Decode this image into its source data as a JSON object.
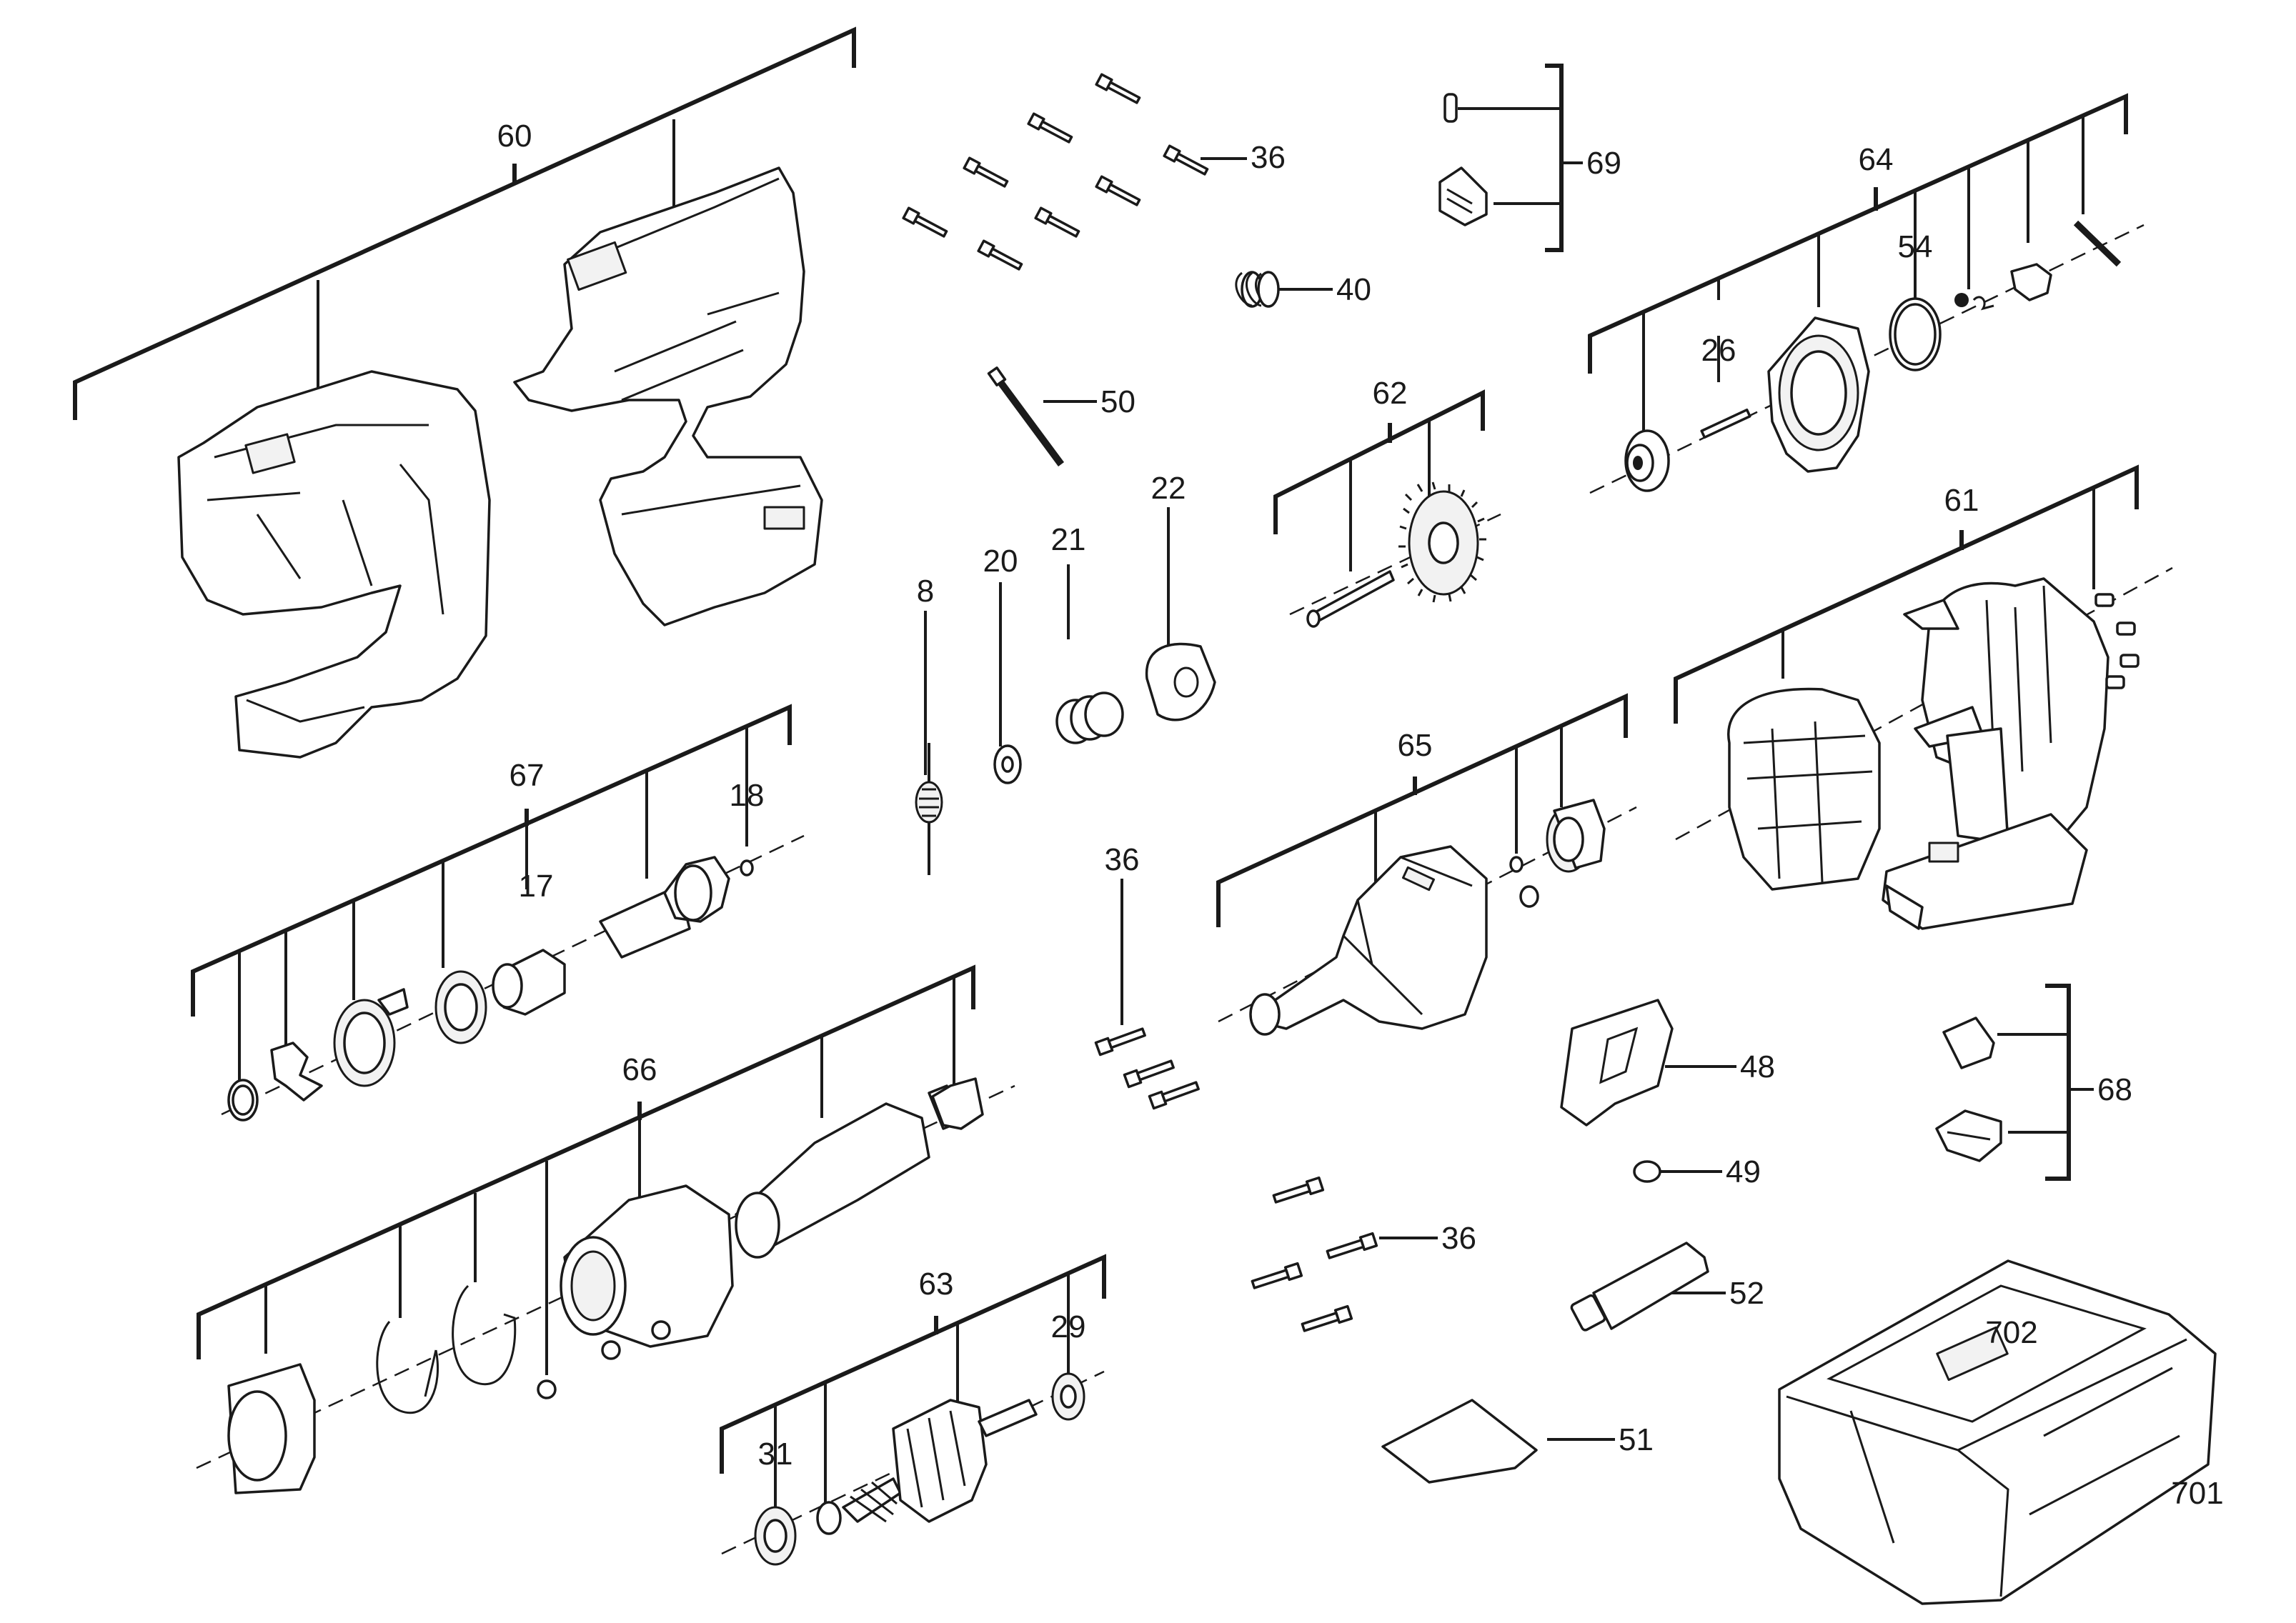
{
  "diagram": {
    "callouts": [
      {
        "id": "c60",
        "text": "60"
      },
      {
        "id": "c36a",
        "text": "36"
      },
      {
        "id": "c69",
        "text": "69"
      },
      {
        "id": "c64",
        "text": "64"
      },
      {
        "id": "c40",
        "text": "40"
      },
      {
        "id": "c54",
        "text": "54"
      },
      {
        "id": "c26",
        "text": "26"
      },
      {
        "id": "c50",
        "text": "50"
      },
      {
        "id": "c62",
        "text": "62"
      },
      {
        "id": "c22",
        "text": "22"
      },
      {
        "id": "c21",
        "text": "21"
      },
      {
        "id": "c61",
        "text": "61"
      },
      {
        "id": "c20",
        "text": "20"
      },
      {
        "id": "c8",
        "text": "8"
      },
      {
        "id": "c67",
        "text": "67"
      },
      {
        "id": "c18",
        "text": "18"
      },
      {
        "id": "c65",
        "text": "65"
      },
      {
        "id": "c17",
        "text": "17"
      },
      {
        "id": "c36b",
        "text": "36"
      },
      {
        "id": "c66",
        "text": "66"
      },
      {
        "id": "c48",
        "text": "48"
      },
      {
        "id": "c68",
        "text": "68"
      },
      {
        "id": "c49",
        "text": "49"
      },
      {
        "id": "c36c",
        "text": "36"
      },
      {
        "id": "c63",
        "text": "63"
      },
      {
        "id": "c52",
        "text": "52"
      },
      {
        "id": "c29",
        "text": "29"
      },
      {
        "id": "c702",
        "text": "702"
      },
      {
        "id": "c31",
        "text": "31"
      },
      {
        "id": "c51",
        "text": "51"
      },
      {
        "id": "c701",
        "text": "701"
      }
    ]
  }
}
